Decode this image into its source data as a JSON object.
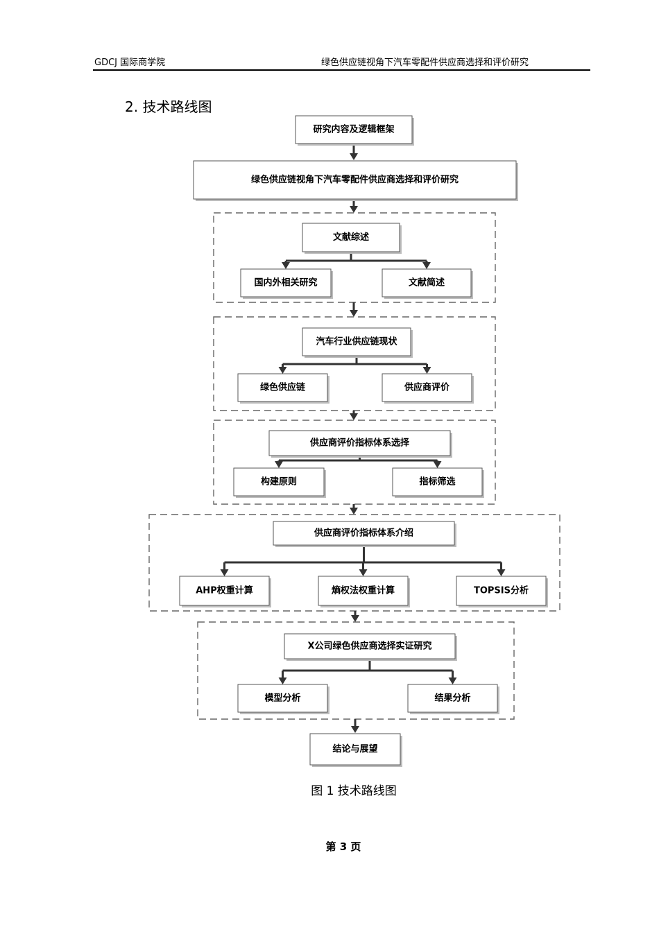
{
  "header": {
    "left": "GDCJ 国际商学院",
    "right": "绿色供应链视角下汽车零配件供应商选择和评价研究"
  },
  "section_title": "2. 技术路线图",
  "flowchart": {
    "top": "研究内容及逻辑框架",
    "main_title": "绿色供应链视角下汽车零配件供应商选择和评价研究",
    "groups": [
      {
        "title": "文献综述",
        "children": [
          "国内外相关研究",
          "文献简述"
        ]
      },
      {
        "title": "汽车行业供应链现状",
        "children": [
          "绿色供应链",
          "供应商评价"
        ]
      },
      {
        "title": "供应商评价指标体系选择",
        "children": [
          "构建原则",
          "指标筛选"
        ]
      },
      {
        "title": "供应商评价指标体系介绍",
        "children": [
          "AHP权重计算",
          "熵权法权重计算",
          "TOPSIS分析"
        ]
      },
      {
        "title": "X公司绿色供应商选择实证研究",
        "children": [
          "模型分析",
          "结果分析"
        ]
      }
    ],
    "conclusion": "结论与展望"
  },
  "caption": "图 1 技术路线图",
  "footer": "第 3 页"
}
